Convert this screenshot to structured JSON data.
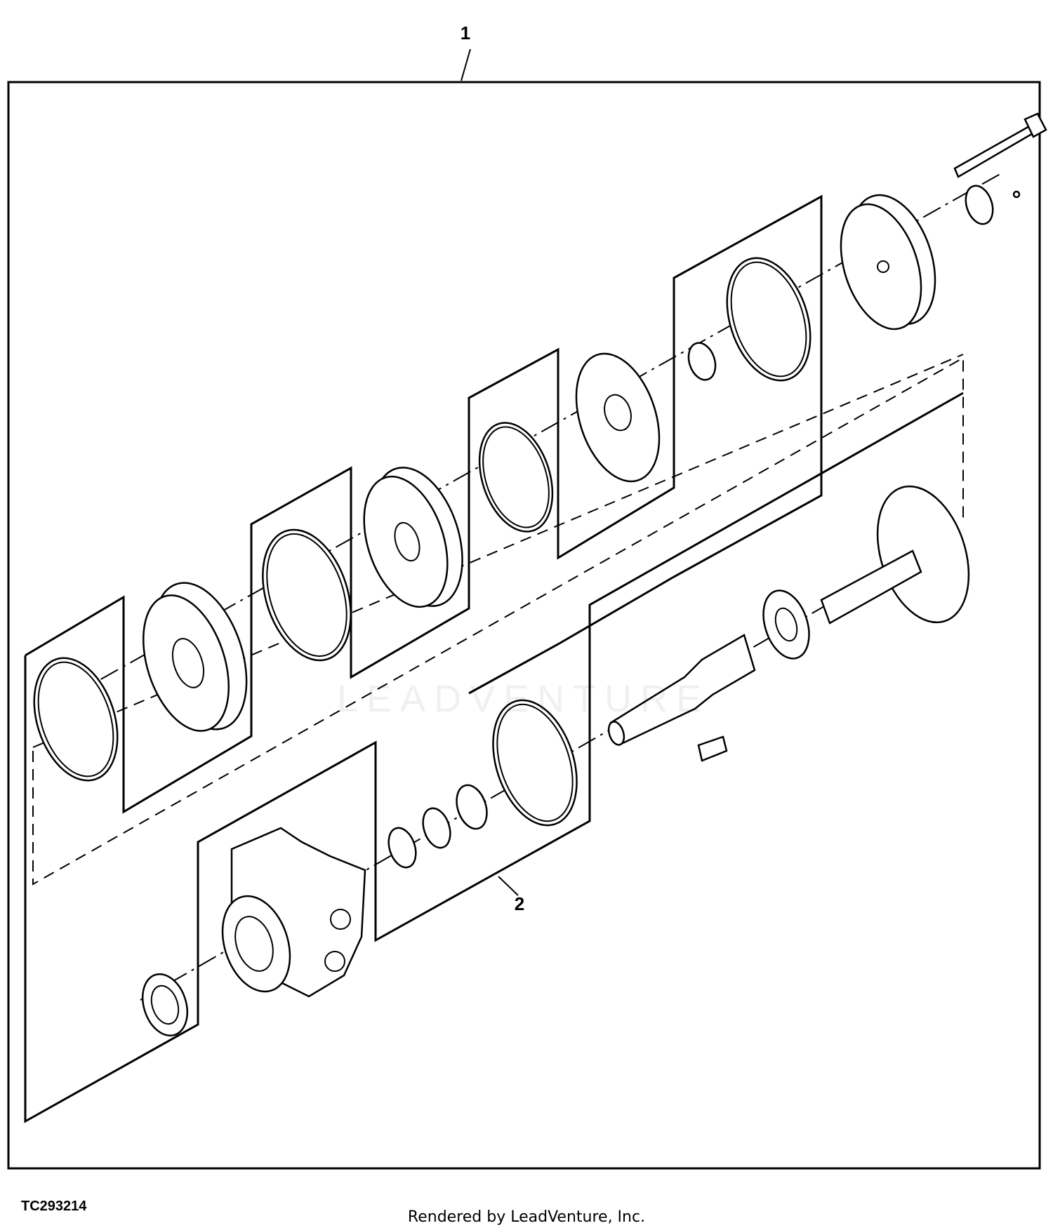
{
  "diagram": {
    "callouts": [
      {
        "id": "1",
        "label": "1"
      },
      {
        "id": "2",
        "label": "2"
      }
    ],
    "figure_id": "TC293214",
    "credit": "Rendered by LeadVenture, Inc.",
    "watermark": "LEADVENTURE",
    "colors": {
      "line": "#000000",
      "background": "#ffffff"
    }
  }
}
